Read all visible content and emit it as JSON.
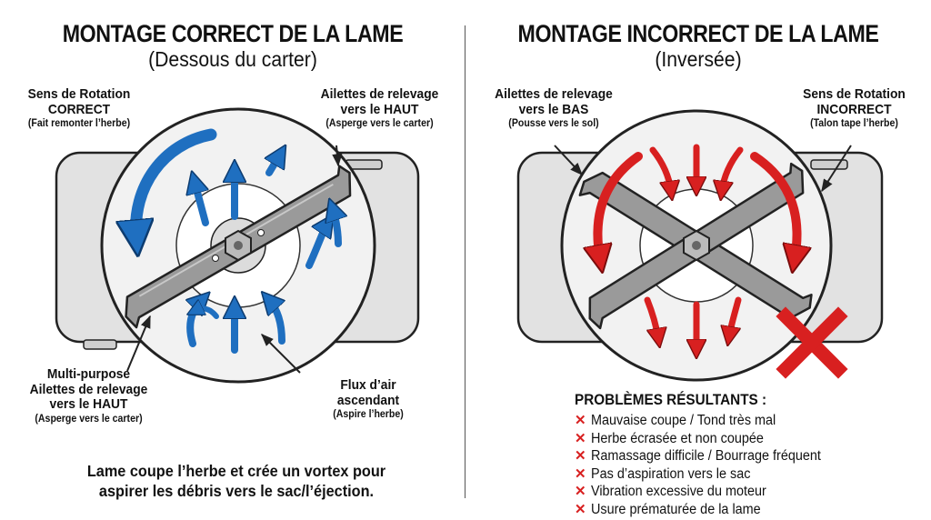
{
  "left": {
    "title": "MONTAGE CORRECT DE LA LAME",
    "subtitle": "(Dessous du carter)",
    "labels": {
      "rotation": {
        "l1": "Sens de Rotation",
        "l2": "CORRECT",
        "note": "(Fait remonter l’herbe)"
      },
      "fins_up": {
        "l1": "Ailettes de relevage",
        "l2": "vers le HAUT",
        "note": "(Asperge vers le carter)"
      },
      "multipurpose": {
        "l0": "Multi-purpose",
        "l1": "Ailettes de relevage",
        "l2": "vers le HAUT",
        "note": "(Asperge vers le carter)"
      },
      "airflow": {
        "l1": "Flux d’air",
        "l2": "ascendant",
        "note": "(Aspire l’herbe)"
      }
    },
    "caption": [
      "Lame coupe l’herbe et crée un vortex pour",
      "aspirer les débris vers le sac/l’éjection."
    ]
  },
  "right": {
    "title": "MONTAGE INCORRECT DE LA LAME",
    "subtitle": "(Inversée)",
    "labels": {
      "fins_down": {
        "l1": "Ailettes de relevage",
        "l2": "vers le BAS",
        "note": "(Pousse vers le sol)"
      },
      "rotation": {
        "l1": "Sens de Rotation",
        "l2": "INCORRECT",
        "note": "(Talon tape l’herbe)"
      }
    },
    "problems_title": "PROBLÈMES RÉSULTANTS :",
    "problems": [
      "Mauvaise coupe / Tond très mal",
      "Herbe écrasée et non coupée",
      "Ramassage difficile / Bourrage fréquent",
      "Pas d’aspiration vers le sac",
      "Vibration excessive du moteur",
      "Usure prématurée de la lame"
    ]
  },
  "colors": {
    "correct_arrow": "#1f6fc0",
    "incorrect_arrow": "#d82020",
    "deck": "#e2e2e2",
    "blade": "#9a9a9a",
    "outline": "#222222"
  },
  "icons": {
    "problem_marker": "✕"
  }
}
